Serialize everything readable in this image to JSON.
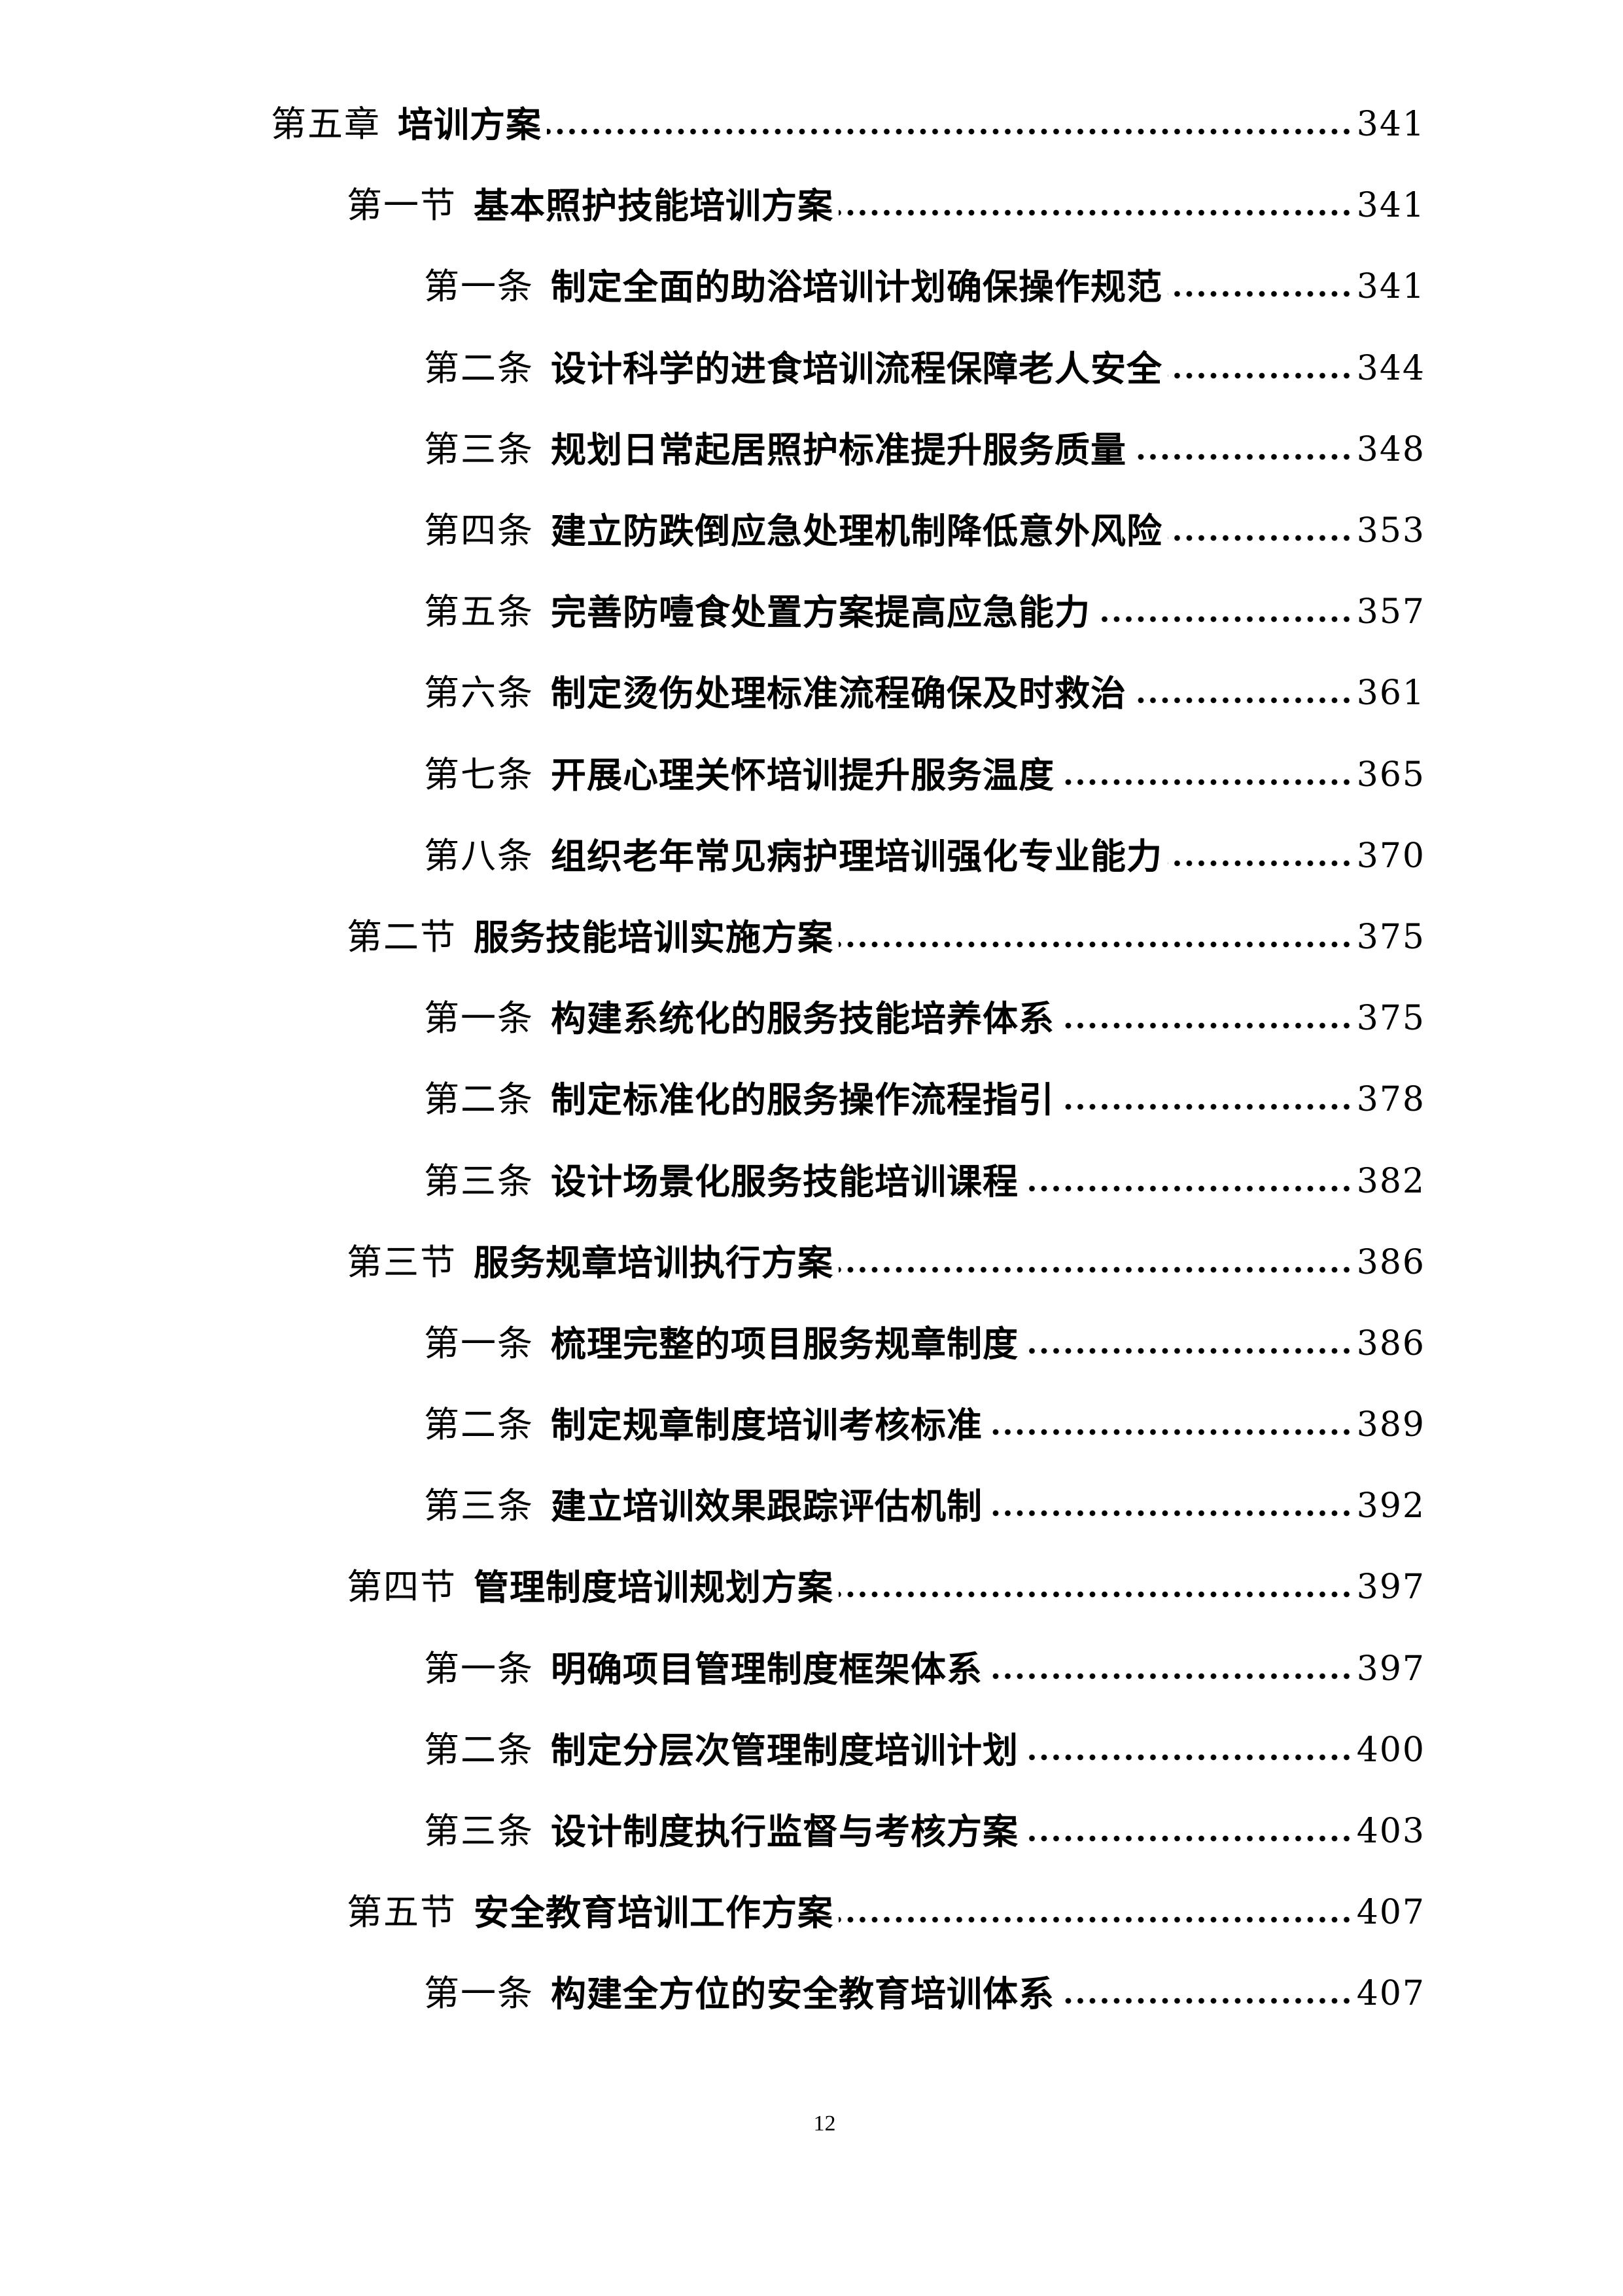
{
  "toc": {
    "entries": [
      {
        "level": 0,
        "label": "第五章",
        "title": "培训方案",
        "page": "341"
      },
      {
        "level": 1,
        "label": "第一节",
        "title": "基本照护技能培训方案",
        "page": "341"
      },
      {
        "level": 2,
        "label": "第一条",
        "title": "制定全面的助浴培训计划确保操作规范",
        "page": "341"
      },
      {
        "level": 2,
        "label": "第二条",
        "title": "设计科学的进食培训流程保障老人安全",
        "page": "344"
      },
      {
        "level": 2,
        "label": "第三条",
        "title": "规划日常起居照护标准提升服务质量",
        "page": "348"
      },
      {
        "level": 2,
        "label": "第四条",
        "title": "建立防跌倒应急处理机制降低意外风险",
        "page": "353"
      },
      {
        "level": 2,
        "label": "第五条",
        "title": "完善防噎食处置方案提高应急能力",
        "page": "357"
      },
      {
        "level": 2,
        "label": "第六条",
        "title": "制定烫伤处理标准流程确保及时救治",
        "page": "361"
      },
      {
        "level": 2,
        "label": "第七条",
        "title": "开展心理关怀培训提升服务温度",
        "page": "365"
      },
      {
        "level": 2,
        "label": "第八条",
        "title": "组织老年常见病护理培训强化专业能力",
        "page": "370"
      },
      {
        "level": 1,
        "label": "第二节",
        "title": "服务技能培训实施方案",
        "page": "375"
      },
      {
        "level": 2,
        "label": "第一条",
        "title": "构建系统化的服务技能培养体系",
        "page": "375"
      },
      {
        "level": 2,
        "label": "第二条",
        "title": "制定标准化的服务操作流程指引",
        "page": "378"
      },
      {
        "level": 2,
        "label": "第三条",
        "title": "设计场景化服务技能培训课程",
        "page": "382"
      },
      {
        "level": 1,
        "label": "第三节",
        "title": "服务规章培训执行方案",
        "page": "386"
      },
      {
        "level": 2,
        "label": "第一条",
        "title": "梳理完整的项目服务规章制度",
        "page": "386"
      },
      {
        "level": 2,
        "label": "第二条",
        "title": "制定规章制度培训考核标准",
        "page": "389"
      },
      {
        "level": 2,
        "label": "第三条",
        "title": "建立培训效果跟踪评估机制",
        "page": "392"
      },
      {
        "level": 1,
        "label": "第四节",
        "title": "管理制度培训规划方案",
        "page": "397"
      },
      {
        "level": 2,
        "label": "第一条",
        "title": "明确项目管理制度框架体系",
        "page": "397"
      },
      {
        "level": 2,
        "label": "第二条",
        "title": "制定分层次管理制度培训计划",
        "page": "400"
      },
      {
        "level": 2,
        "label": "第三条",
        "title": "设计制度执行监督与考核方案",
        "page": "403"
      },
      {
        "level": 1,
        "label": "第五节",
        "title": "安全教育培训工作方案",
        "page": "407"
      },
      {
        "level": 2,
        "label": "第一条",
        "title": "构建全方位的安全教育培训体系",
        "page": "407"
      }
    ]
  },
  "footer": {
    "page_number": "12"
  }
}
